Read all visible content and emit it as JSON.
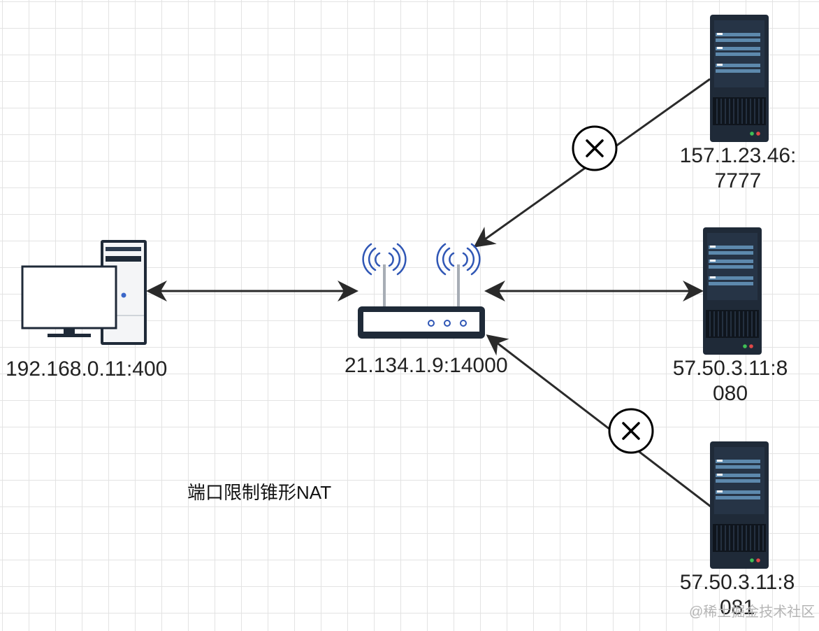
{
  "diagram": {
    "caption": "端口限制锥形NAT",
    "watermark": "@稀土掘金技术社区",
    "nodes": {
      "client": {
        "label": "192.168.0.11:400",
        "icon": "desktop-computer-icon"
      },
      "router": {
        "label": "21.134.1.9:14000",
        "icon": "wifi-router-icon"
      },
      "server_a": {
        "label": "157.1.23.46:\n7777",
        "icon": "server-icon"
      },
      "server_b": {
        "label": "57.50.3.11:8\n080",
        "icon": "server-icon"
      },
      "server_c": {
        "label": "57.50.3.11:8\n081",
        "icon": "server-icon"
      }
    },
    "edges": [
      {
        "from": "client",
        "to": "router",
        "direction": "both",
        "blocked": false
      },
      {
        "from": "server_a",
        "to": "router",
        "direction": "to-router",
        "blocked": true
      },
      {
        "from": "router",
        "to": "server_b",
        "direction": "both",
        "blocked": false
      },
      {
        "from": "server_c",
        "to": "router",
        "direction": "to-router",
        "blocked": true
      }
    ]
  },
  "colors": {
    "server_body": "#1f2a38",
    "server_slot": "#5d89ad",
    "antenna_wave": "#2f56b5",
    "line": "#2a2a2a",
    "monitor_border": "#1f2a38"
  }
}
